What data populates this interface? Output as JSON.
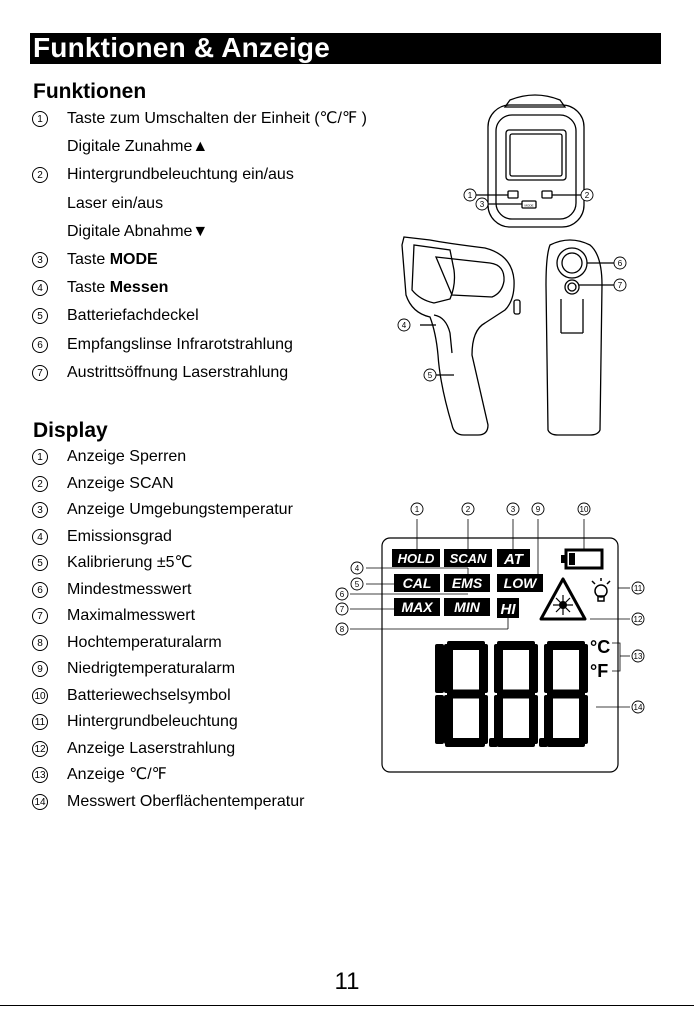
{
  "page_title": "Funktionen & Anzeige",
  "funktionen": {
    "heading": "Funktionen",
    "items": [
      {
        "num": "1",
        "text": "Taste zum Umschalten der Einheit (℃/℉  )"
      },
      {
        "num": "",
        "text": "Digitale Zunahme▲"
      },
      {
        "num": "2",
        "text": "Hintergrundbeleuchtung ein/aus"
      },
      {
        "num": "",
        "text": "Laser ein/aus"
      },
      {
        "num": "",
        "text": "Digitale Abnahme▼"
      },
      {
        "num": "3",
        "text": "Taste ",
        "bold": "MODE"
      },
      {
        "num": "4",
        "text": "Taste ",
        "bold": "Messen"
      },
      {
        "num": "5",
        "text": "Batteriefachdeckel"
      },
      {
        "num": "6",
        "text": "Empfangslinse Infrarotstrahlung"
      },
      {
        "num": "7",
        "text": "Austrittsöffnung Laserstrahlung"
      }
    ]
  },
  "display": {
    "heading": "Display",
    "items": [
      {
        "num": "1",
        "text": "Anzeige Sperren"
      },
      {
        "num": "2",
        "text": "Anzeige SCAN"
      },
      {
        "num": "3",
        "text": "Anzeige Umgebungstemperatur"
      },
      {
        "num": "4",
        "text": "Emissionsgrad"
      },
      {
        "num": "5",
        "text": "Kalibrierung  ±5℃"
      },
      {
        "num": "6",
        "text": "Mindestmesswert"
      },
      {
        "num": "7",
        "text": "Maximalmesswert"
      },
      {
        "num": "8",
        "text": "Hochtemperaturalarm"
      },
      {
        "num": "9",
        "text": "Niedrigtemperaturalarm"
      },
      {
        "num": "10",
        "text": "Batteriewechselsymbol"
      },
      {
        "num": "11",
        "text": "Hintergrundbeleuchtung"
      },
      {
        "num": "12",
        "text": "Anzeige Laserstrahlung"
      },
      {
        "num": "13",
        "text": "Anzeige  ℃/℉"
      },
      {
        "num": "14",
        "text": "Messwert Oberflächentemperatur"
      }
    ]
  },
  "device_callouts": [
    "1",
    "2",
    "3",
    "4",
    "5",
    "6",
    "7"
  ],
  "device_button_label": "MODE",
  "lcd": {
    "hold": "HOLD",
    "scan": "SCAN",
    "at": "AT",
    "cal": "CAL",
    "ems": "EMS",
    "low": "LOW",
    "max": "MAX",
    "min": "MIN",
    "hi": "HI",
    "unit_c": "°C",
    "unit_f": "°F",
    "digits": "1.8.8.8",
    "callouts": [
      "1",
      "2",
      "3",
      "9",
      "10",
      "4",
      "5",
      "6",
      "7",
      "8",
      "11",
      "12",
      "13",
      "14"
    ]
  },
  "page_number": "11"
}
